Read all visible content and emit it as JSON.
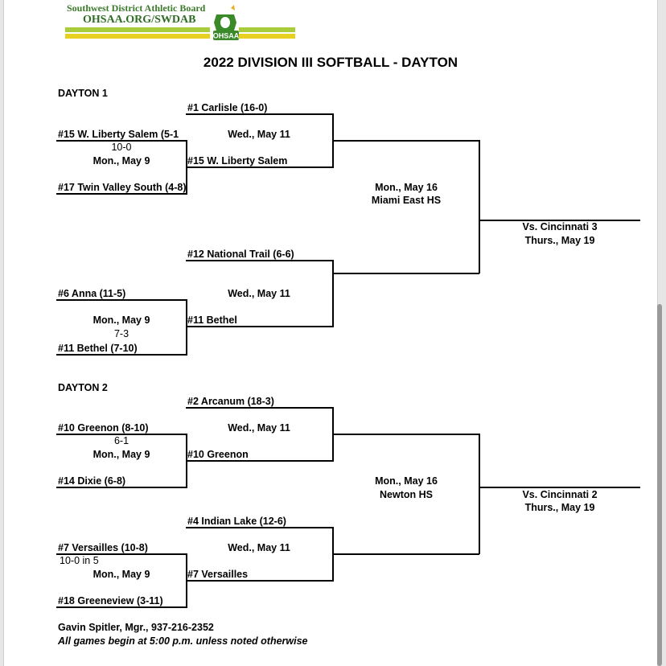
{
  "header": {
    "org_name": "Southwest District Athletic Board",
    "org_url": "OHSAA.ORG/SWDAB",
    "badge_text": "OHSAA",
    "title": "2022 DIVISION III SOFTBALL  - DAYTON"
  },
  "colors": {
    "lime": "#a8cc3a",
    "green": "#3a8a2a",
    "yellow": "#e8d020"
  },
  "bracket": {
    "dayton1": {
      "label": "DAYTON 1",
      "r1_top": {
        "team_a": "#15 W. Liberty Salem (5-1",
        "score": "10-0",
        "date": "Mon., May 9",
        "team_b": "#17 Twin Valley South (4-8)"
      },
      "r2_top": {
        "team_a": "#1 Carlisle (16-0)",
        "date": "Wed., May 11",
        "team_b": "#15 W. Liberty Salem"
      },
      "r1_bot": {
        "team_a": "#6 Anna (11-5)",
        "date": "Mon., May 9",
        "score": "7-3",
        "team_b": "#11 Bethel (7-10)"
      },
      "r2_bot": {
        "team_a": "#12 National Trail (6-6)",
        "date": "Wed., May 11",
        "team_b": "#11 Bethel"
      },
      "final": {
        "date": "Mon., May 16",
        "site": "Miami East HS"
      },
      "next": {
        "opponent": "Vs. Cincinnati 3",
        "date": "Thurs., May 19"
      }
    },
    "dayton2": {
      "label": "DAYTON 2",
      "r1_top": {
        "team_a": "#10 Greenon (8-10)",
        "score": "6-1",
        "date": "Mon., May 9",
        "team_b": "#14 Dixie (6-8)"
      },
      "r2_top": {
        "team_a": "#2 Arcanum (18-3)",
        "date": "Wed., May 11",
        "team_b": "#10 Greenon"
      },
      "r1_bot": {
        "team_a": "#7 Versailles (10-8)",
        "score": "10-0 in 5",
        "date": "Mon., May 9",
        "team_b": "#18 Greeneview (3-11)"
      },
      "r2_bot": {
        "team_a": "#4 Indian Lake (12-6)",
        "date": "Wed., May 11",
        "team_b": "#7 Versailles"
      },
      "final": {
        "date": "Mon., May 16",
        "site": "Newton HS"
      },
      "next": {
        "opponent": "Vs. Cincinnati 2",
        "date": "Thurs., May 19"
      }
    }
  },
  "footer": {
    "manager": "Gavin Spitler, Mgr., 937-216-2352",
    "note": "All games begin at 5:00 p.m. unless noted otherwise"
  }
}
